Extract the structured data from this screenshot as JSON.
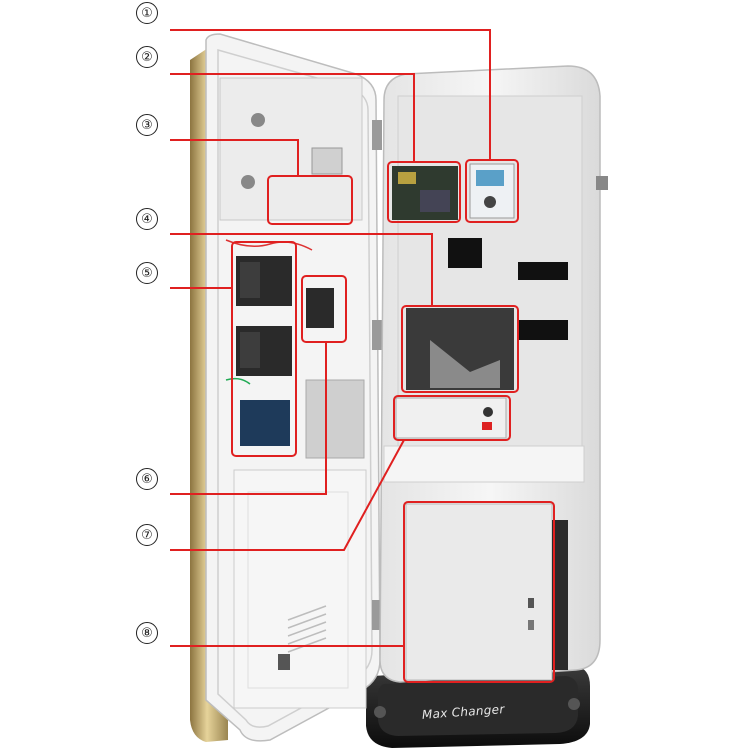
{
  "markers": [
    {
      "id": "1",
      "label": "①"
    },
    {
      "id": "2",
      "label": "②"
    },
    {
      "id": "3",
      "label": "③"
    },
    {
      "id": "4",
      "label": "④"
    },
    {
      "id": "5",
      "label": "⑤"
    },
    {
      "id": "6",
      "label": "⑥"
    },
    {
      "id": "7",
      "label": "⑦"
    },
    {
      "id": "8",
      "label": "⑧"
    }
  ],
  "base_brand": "Max Changer",
  "colors": {
    "callout_red": "#e02020",
    "cabinet_white": "#f2f2f2",
    "metal_gold": "#b8a16a",
    "base_black": "#1a1a1a"
  }
}
